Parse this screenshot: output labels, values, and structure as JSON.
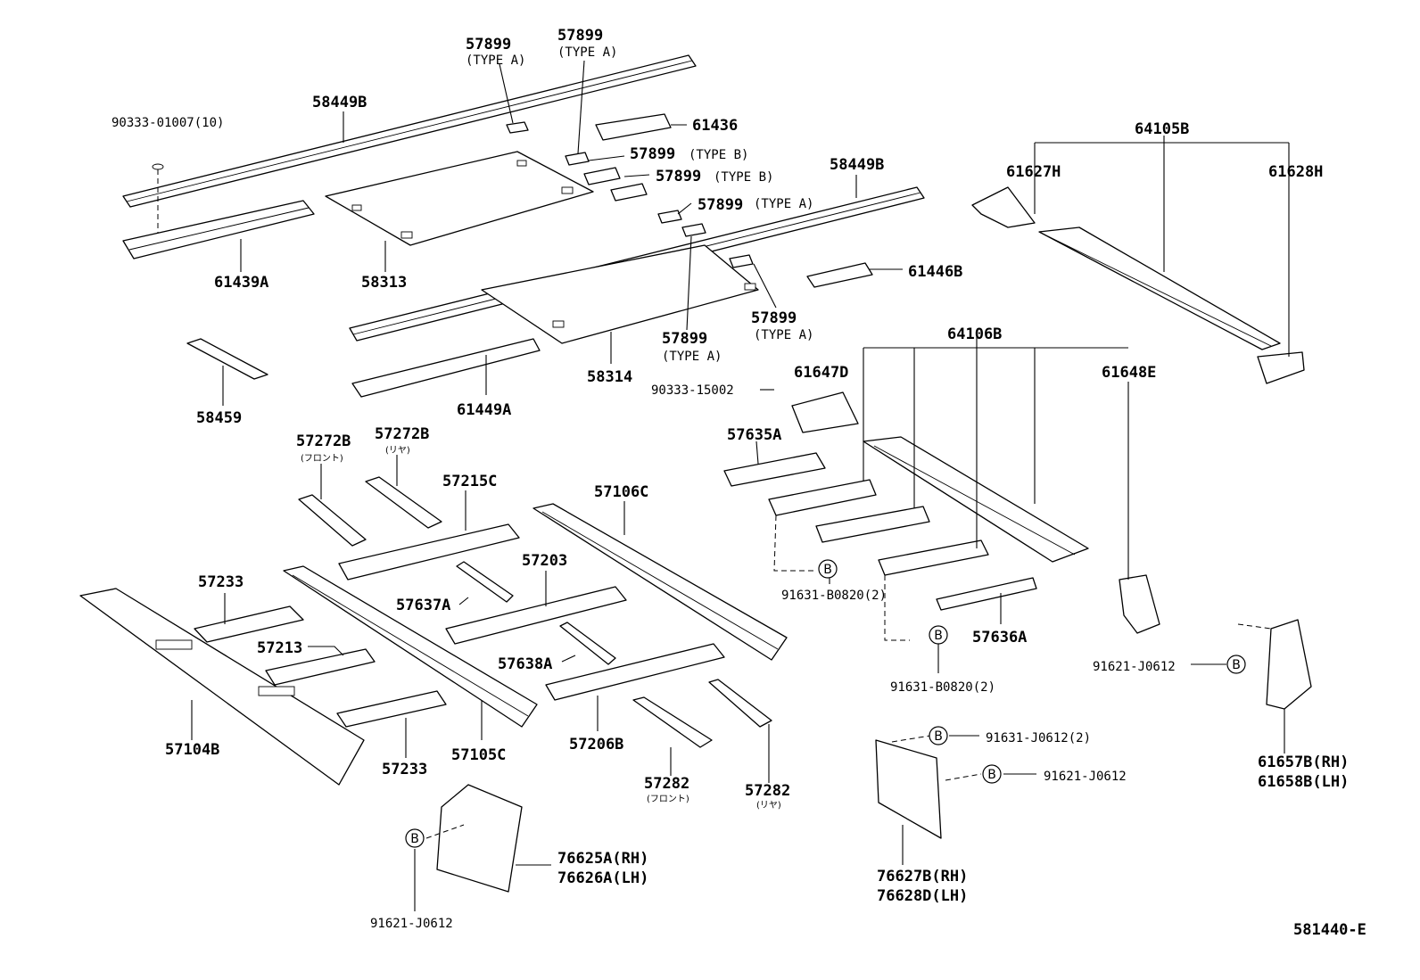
{
  "diagram_id": "581440-E",
  "callout_symbol": "B",
  "type_a": "(TYPE A)",
  "type_b": "(TYPE B)",
  "front_jp": "(フロント)",
  "rear_jp": "(リヤ)",
  "labels": {
    "p57899": "57899",
    "p58449B": "58449B",
    "p90333_01007": "90333-01007(10)",
    "p61436": "61436",
    "p61439A": "61439A",
    "p58313": "58313",
    "p58314": "58314",
    "p61446B": "61446B",
    "p58459": "58459",
    "p61449A": "61449A",
    "p64105B": "64105B",
    "p61627H": "61627H",
    "p61628H": "61628H",
    "p64106B": "64106B",
    "p61647D": "61647D",
    "p61648E": "61648E",
    "p90333_15002": "90333-15002",
    "p57635A": "57635A",
    "p57272B": "57272B",
    "p57215C": "57215C",
    "p57106C": "57106C",
    "p57233": "57233",
    "p57203": "57203",
    "p57637A": "57637A",
    "p57213": "57213",
    "p57638A": "57638A",
    "p57104B": "57104B",
    "p57105C": "57105C",
    "p57206B": "57206B",
    "p57282": "57282",
    "p91631_B0820": "91631-B0820(2)",
    "p57636A": "57636A",
    "p91621_J0612": "91621-J0612",
    "p61657B": "61657B(RH)",
    "p61658B": "61658B(LH)",
    "p91631_J0612": "91631-J0612(2)",
    "p76625A": "76625A(RH)",
    "p76626A": "76626A(LH)",
    "p76627B": "76627B(RH)",
    "p76628D": "76628D(LH)"
  }
}
